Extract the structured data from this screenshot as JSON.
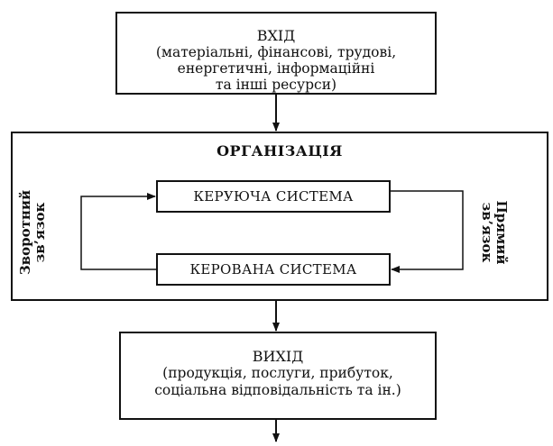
{
  "input": {
    "title": "ВХІД",
    "line1": "(матеріальні, фінансові, трудові,",
    "line2": "енергетичні, інформаційні",
    "line3": "та інші ресурси)"
  },
  "organization": {
    "title": "ОРГАНІЗАЦІЯ"
  },
  "control_system": "КЕРУЮЧА СИСТЕМА",
  "managed_system": "КЕРОВАНА СИСТЕМА",
  "feedback": {
    "line1": "Зворотний",
    "line2": "зв’язок"
  },
  "feedforward": {
    "line1": "Прямий",
    "line2": "зв’язок"
  },
  "output": {
    "title": "ВИХІД",
    "line1": "(продукція, послуги, прибуток,",
    "line2": "соціальна відповідальність та ін.)"
  }
}
